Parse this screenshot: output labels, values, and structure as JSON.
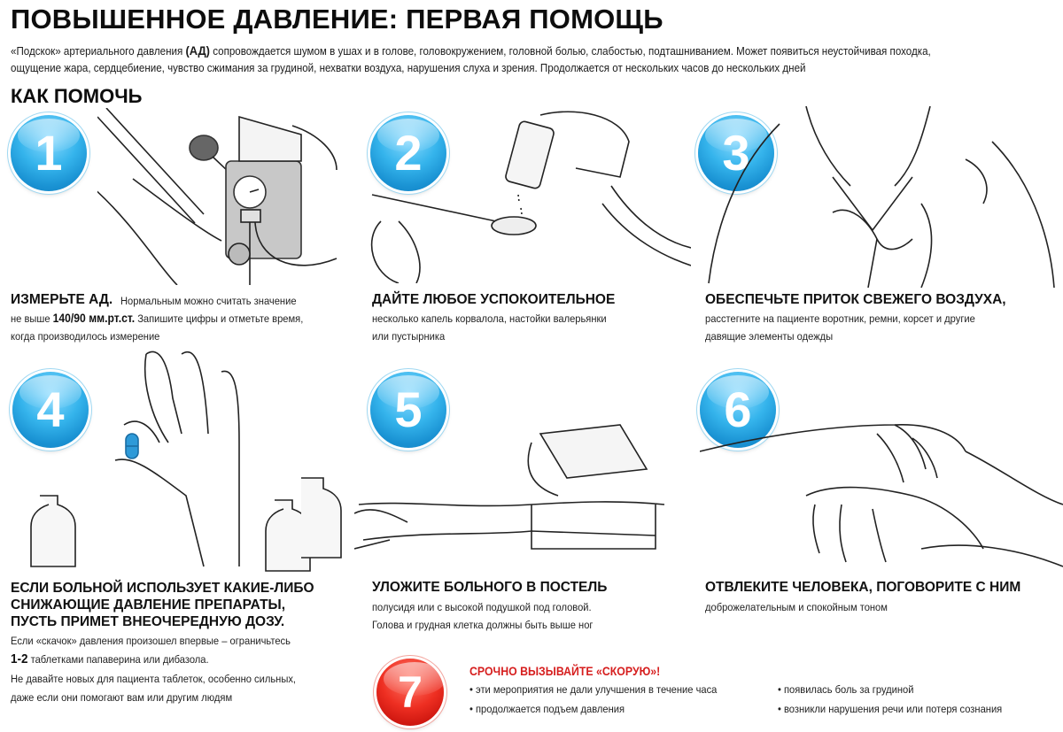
{
  "header": {
    "title": "ПОВЫШЕННОЕ ДАВЛЕНИЕ: ПЕРВАЯ ПОМОЩЬ",
    "intro_part1": "«Подскок» артериального давления ",
    "intro_bold": "(АД)",
    "intro_part2": " сопровождается шумом в ушах и в голове, головокружением, головной болью, слабостью, подташниванием. Может появиться неустойчивая походка,",
    "intro_line2": "ощущение жара, сердцебиение, чувство сжимания за грудиной, нехватки воздуха, нарушения слуха и зрения. Продолжается от нескольких часов до нескольких дней",
    "section_title": "КАК ПОМОЧЬ"
  },
  "colors": {
    "badge_blue": "#1E9AD9",
    "badge_red": "#E3251B",
    "alert_text": "#D61E1E"
  },
  "steps": [
    {
      "number": "1",
      "illustration": "blood-pressure-cuff-illustration",
      "heading": "ИЗМЕРЬТЕ АД.",
      "text_a": "Нормальным можно считать значение",
      "text_b_prefix": "не выше ",
      "text_b_bold": "140/90 мм.рт.ст.",
      "text_b_suffix": " Запишите цифры и отметьте время,",
      "text_c": "когда производилось измерение"
    },
    {
      "number": "2",
      "illustration": "drops-on-spoon-illustration",
      "heading": "ДАЙТЕ ЛЮБОЕ УСПОКОИТЕЛЬНОЕ",
      "text_a": "несколько капель корвалола, настойки валерьянки",
      "text_b": "или  пустырника"
    },
    {
      "number": "3",
      "illustration": "unbutton-collar-illustration",
      "heading": "ОБЕСПЕЧЬТЕ ПРИТОК СВЕЖЕГО ВОЗДУХА,",
      "text_a": "расстегните на пациенте воротник, ремни, корсет и другие",
      "text_b": "давящие элементы одежды"
    },
    {
      "number": "4",
      "illustration": "hand-with-pill-illustration",
      "heading_lines": [
        "ЕСЛИ БОЛЬНОЙ ИСПОЛЬЗУЕТ КАКИЕ-ЛИБО",
        "СНИЖАЮЩИЕ ДАВЛЕНИЕ ПРЕПАРАТЫ,",
        "ПУСТЬ ПРИМЕТ ВНЕОЧЕРЕДНУЮ ДОЗУ."
      ],
      "text_a": "Если «скачок» давления произошел впервые – ограничьтесь",
      "text_b_bold": "1-2",
      "text_b_suffix": " таблетками папаверина или дибазола.",
      "text_c": "Не давайте новых для пациента таблеток, особенно сильных,",
      "text_d": "даже если они помогают вам или другим людям"
    },
    {
      "number": "5",
      "illustration": "patient-in-bed-illustration",
      "heading": "УЛОЖИТЕ БОЛЬНОГО В ПОСТЕЛЬ",
      "text_a": "полусидя или с высокой подушкой под головой.",
      "text_b": " Голова и грудная клетка должны быть выше ног"
    },
    {
      "number": "6",
      "illustration": "comforting-hands-illustration",
      "heading": "ОТВЛЕКИТЕ ЧЕЛОВЕКА, ПОГОВОРИТЕ С НИМ",
      "text_a": "доброжелательным и спокойным тоном"
    }
  ],
  "emergency": {
    "number": "7",
    "title": "СРОЧНО ВЫЗЫВАЙТЕ «СКОРУЮ»!",
    "left_items": [
      "эти мероприятия не дали  улучшения  в течение часа",
      "продолжается подъем давления"
    ],
    "right_items": [
      "появилась боль за грудиной",
      "возникли нарушения речи или потеря сознания"
    ]
  }
}
